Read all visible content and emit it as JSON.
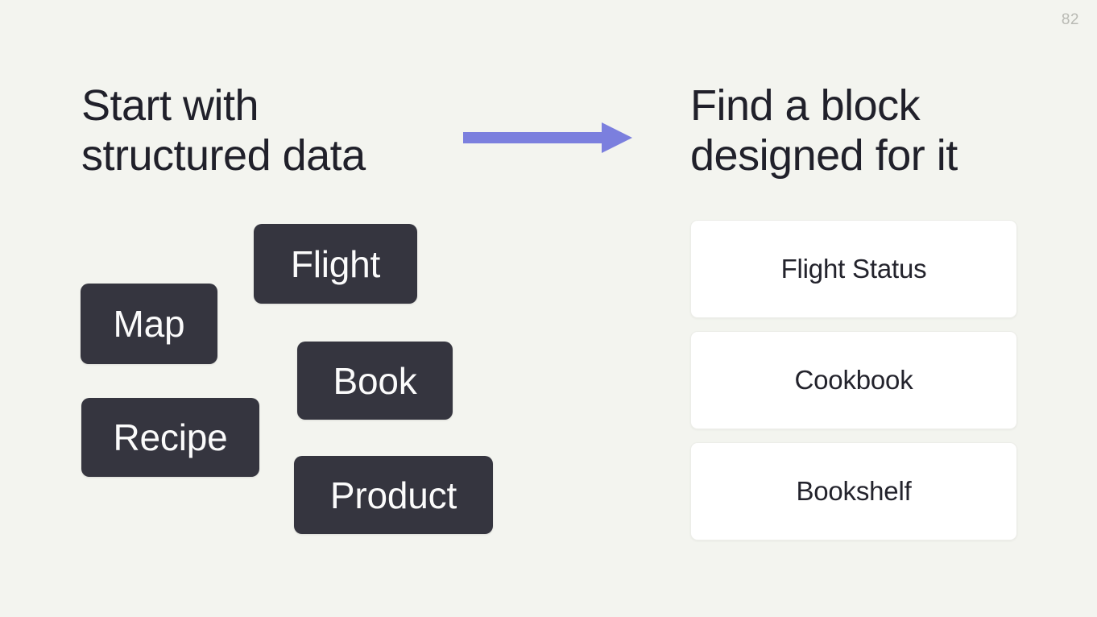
{
  "slide": {
    "page_number": "82",
    "background_color": "#f3f4ef"
  },
  "left_panel": {
    "heading": "Start with\nstructured data",
    "chips": [
      {
        "label": "Flight",
        "name": "chip-flight"
      },
      {
        "label": "Map",
        "name": "chip-map"
      },
      {
        "label": "Book",
        "name": "chip-book"
      },
      {
        "label": "Recipe",
        "name": "chip-recipe"
      },
      {
        "label": "Product",
        "name": "chip-product"
      }
    ],
    "chip_background_color": "#35353f",
    "chip_text_color": "#fbfbfb"
  },
  "connector": {
    "icon": "arrow-right-icon",
    "color": "#7b7fde"
  },
  "right_panel": {
    "heading": "Find a block\ndesigned for it",
    "cards": [
      {
        "label": "Flight Status",
        "name": "card-flight-status"
      },
      {
        "label": "Cookbook",
        "name": "card-cookbook"
      },
      {
        "label": "Bookshelf",
        "name": "card-bookshelf"
      }
    ],
    "card_background_color": "#ffffff",
    "card_text_color": "#23232c"
  }
}
